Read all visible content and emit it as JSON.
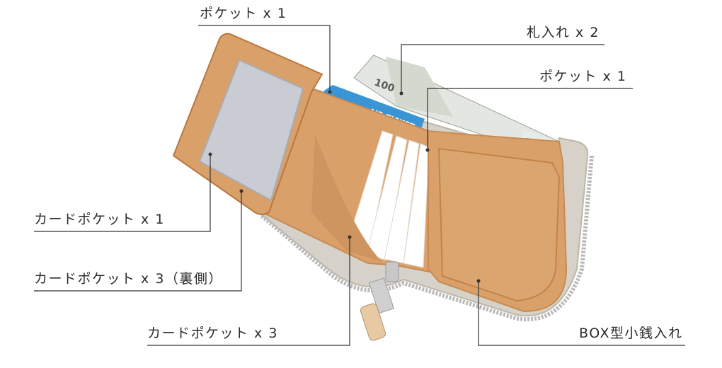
{
  "labels": {
    "pocket_top_left": "ポケット x 1",
    "bill_slot": "札入れ x 2",
    "pocket_right": "ポケット x 1",
    "card_pocket_1": "カードポケット x 1",
    "card_pocket_3_back": "カードポケット x 3（裏側）",
    "card_pocket_3": "カードポケット x 3",
    "box_coin": "BOX型小銭入れ"
  },
  "ticket_text": "AIR TICKET",
  "colors": {
    "leather": "#d9a06a",
    "leather_dark": "#c88a52",
    "leather_edge": "#b9773f",
    "window": "#c9cdd3",
    "card": "#ffffff",
    "ticket": "#3a95d6",
    "banknote": "#e4e7e1",
    "zipper": "#c8c8c8",
    "leader_line": "#333333"
  }
}
